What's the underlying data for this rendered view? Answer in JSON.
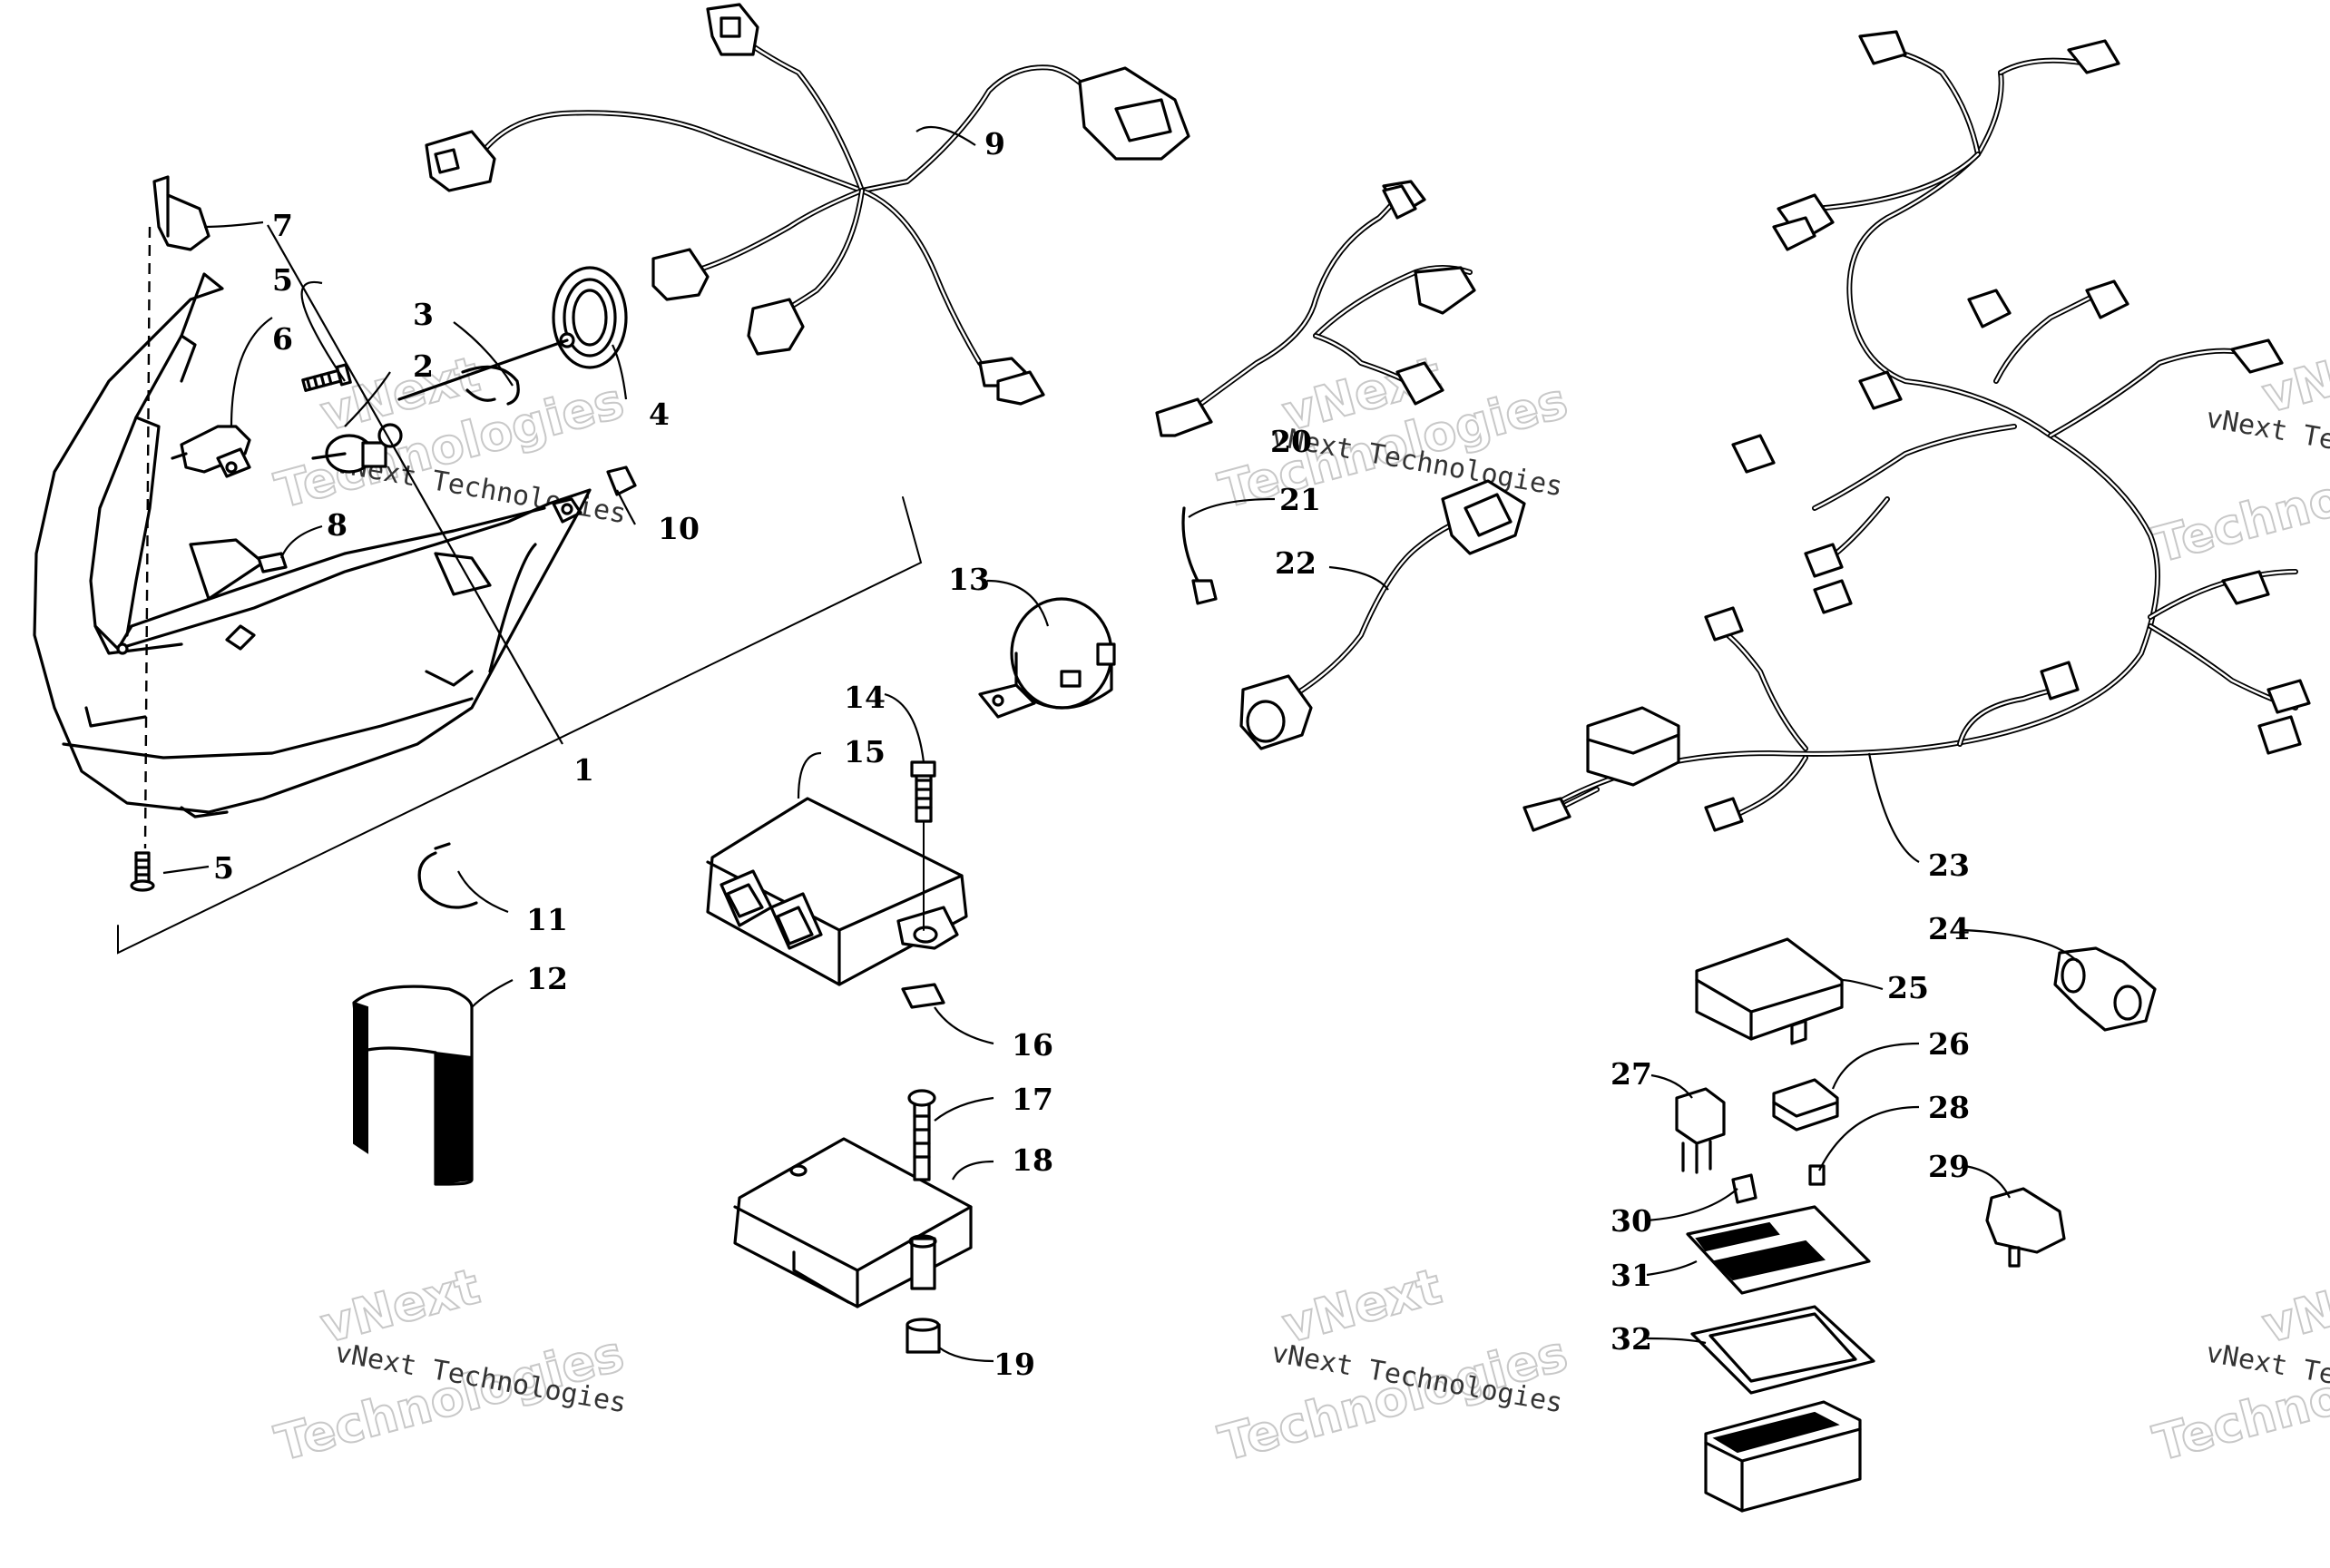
{
  "diagram": {
    "callouts": [
      "1",
      "2",
      "3",
      "4",
      "5",
      "5",
      "6",
      "7",
      "8",
      "9",
      "10",
      "11",
      "12",
      "13",
      "14",
      "15",
      "16",
      "17",
      "18",
      "19",
      "20",
      "21",
      "22",
      "23",
      "24",
      "25",
      "26",
      "27",
      "28",
      "29",
      "30",
      "31",
      "32"
    ]
  },
  "watermark": {
    "line1": "vNext",
    "line2": "Technologies",
    "full": "vNext Technologies"
  }
}
